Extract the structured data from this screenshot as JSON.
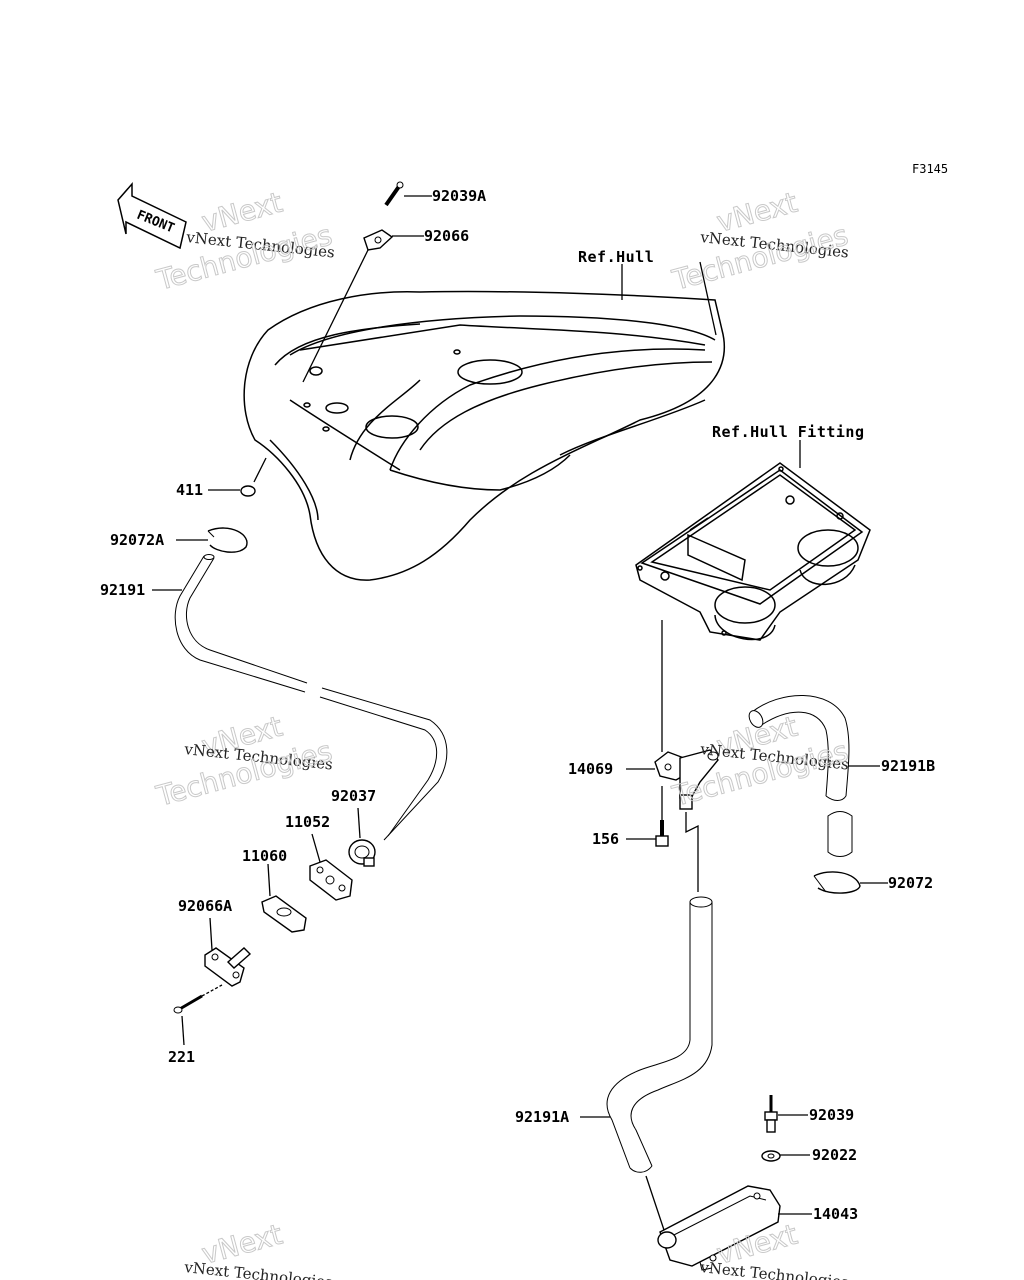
{
  "figure_code": "F3145",
  "front_label": "FRONT",
  "ref_labels": {
    "hull": "Ref.Hull",
    "hull_fitting": "Ref.Hull Fitting"
  },
  "parts": {
    "p92039A": "92039A",
    "p92066": "92066",
    "p411": "411",
    "p92072A": "92072A",
    "p92191": "92191",
    "p92037": "92037",
    "p11052": "11052",
    "p11060": "11060",
    "p92066A": "92066A",
    "p221": "221",
    "p14069": "14069",
    "p156": "156",
    "p92191B": "92191B",
    "p92072": "92072",
    "p92191A": "92191A",
    "p92039": "92039",
    "p92022": "92022",
    "p14043": "14043"
  },
  "watermark": {
    "line1": "vNext",
    "line2": "vNext Technologies",
    "line3": "Technologies"
  }
}
